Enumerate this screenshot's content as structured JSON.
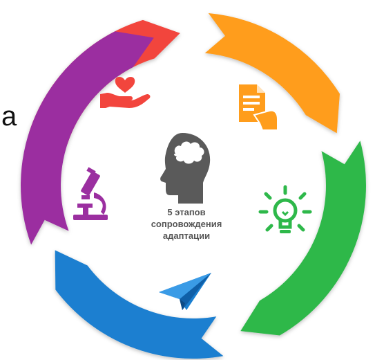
{
  "side_text": "а",
  "center": {
    "line1": "5 этапов",
    "line2": "сопровождения",
    "line3": "адаптации"
  },
  "segments": [
    {
      "name": "red",
      "color": "#F2453D",
      "icon": "heart-hand-icon"
    },
    {
      "name": "orange",
      "color": "#FF9D1C",
      "icon": "document-icon"
    },
    {
      "name": "green",
      "color": "#2EB84A",
      "icon": "lightbulb-icon"
    },
    {
      "name": "blue",
      "color": "#1A7FD0",
      "icon": "paper-plane-icon"
    },
    {
      "name": "purple",
      "color": "#9B2FA0",
      "icon": "microscope-icon"
    }
  ],
  "head_color": "#5A5A5A"
}
